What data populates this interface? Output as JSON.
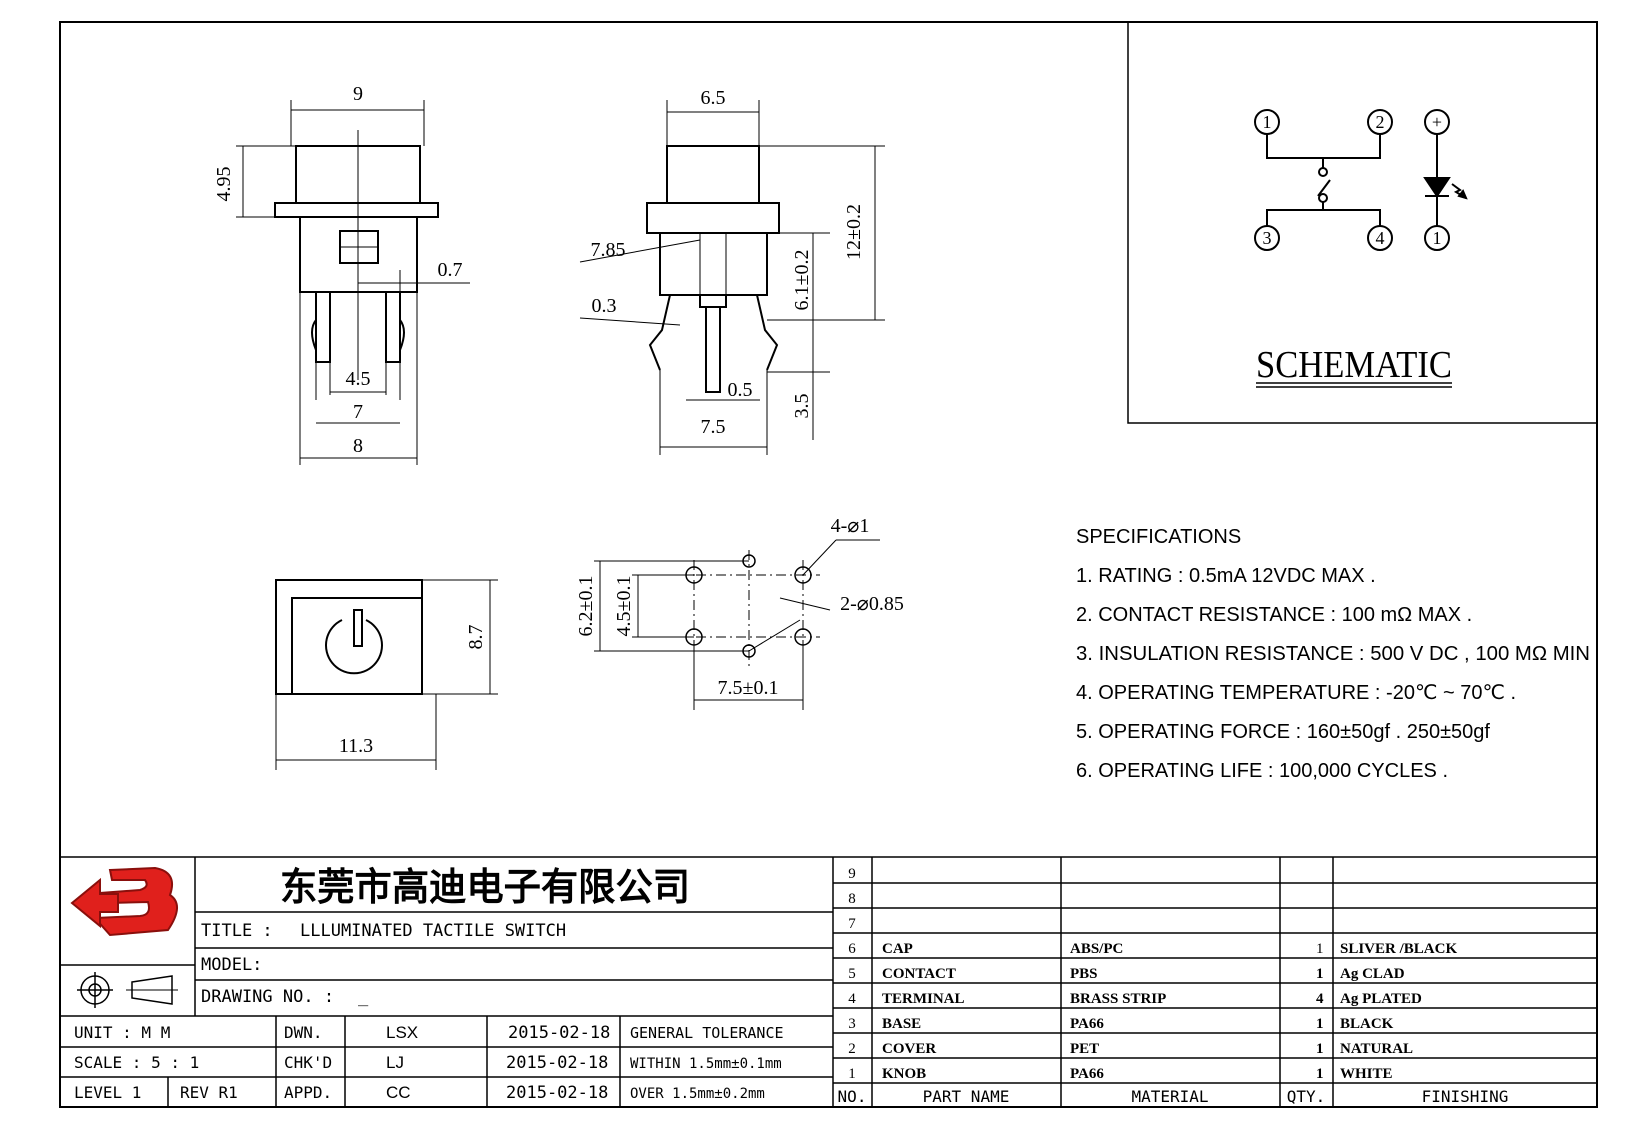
{
  "company": "东莞市高迪电子有限公司",
  "title_block": {
    "title_label": "TITLE :",
    "title_value": "LLLUMINATED TACTILE SWITCH",
    "model_label": "MODEL:",
    "drawing_no_label": "DRAWING NO. :",
    "drawing_no_value": "_",
    "rows": [
      {
        "c1": "UNIT  :  M M",
        "c2": "DWN.",
        "c3": "LSX",
        "c4": "2015-02-18",
        "c5": "GENERAL TOLERANCE"
      },
      {
        "c1": "SCALE  :  5 : 1",
        "c2": "CHK'D",
        "c3": "LJ",
        "c4": "2015-02-18",
        "c5": "WITHIN 1.5mm±0.1mm"
      },
      {
        "c1a": "LEVEL 1",
        "c1b": "REV  R1",
        "c2": "APPD.",
        "c3": "CC",
        "c4": "2015-02-18",
        "c5": "OVER   1.5mm±0.2mm"
      }
    ]
  },
  "parts_table": {
    "header": {
      "no": "NO.",
      "name": "PART  NAME",
      "material": "MATERIAL",
      "qty": "QTY.",
      "finishing": "FINISHING"
    },
    "rows": [
      {
        "no": "9",
        "name": "",
        "material": "",
        "qty": "",
        "finishing": ""
      },
      {
        "no": "8",
        "name": "",
        "material": "",
        "qty": "",
        "finishing": ""
      },
      {
        "no": "7",
        "name": "",
        "material": "",
        "qty": "",
        "finishing": ""
      },
      {
        "no": "6",
        "name": "CAP",
        "material": "ABS/PC",
        "qty": "1",
        "finishing": "SLIVER /BLACK"
      },
      {
        "no": "5",
        "name": "CONTACT",
        "material": "PBS",
        "qty": "1",
        "finishing": "Ag CLAD"
      },
      {
        "no": "4",
        "name": "TERMINAL",
        "material": "BRASS STRIP",
        "qty": "4",
        "finishing": "Ag PLATED"
      },
      {
        "no": "3",
        "name": "BASE",
        "material": "PA66",
        "qty": "1",
        "finishing": "BLACK"
      },
      {
        "no": "2",
        "name": "COVER",
        "material": "PET",
        "qty": "1",
        "finishing": "NATURAL"
      },
      {
        "no": "1",
        "name": "KNOB",
        "material": "PA66",
        "qty": "1",
        "finishing": "WHITE"
      }
    ]
  },
  "schematic": {
    "title": "SCHEMATIC",
    "pins": [
      "1",
      "2",
      "3",
      "4"
    ],
    "led_pins": [
      "+",
      "1"
    ]
  },
  "specifications": {
    "heading": "SPECIFICATIONS",
    "items": [
      "1. RATING : 0.5mA 12VDC MAX .",
      "2. CONTACT RESISTANCE : 100 mΩ MAX .",
      "3. INSULATION RESISTANCE : 500 V DC , 100 MΩ MIN",
      "4. OPERATING TEMPERATURE : -20℃ ~ 70℃ .",
      "5. OPERATING FORCE : 160±50gf . 250±50gf",
      "6. OPERATING LIFE : 100,000 CYCLES ."
    ]
  },
  "dimensions": {
    "front_width": "9",
    "front_cap_height": "4.95",
    "front_offset": "0.7",
    "front_pin_inner": "4.5",
    "front_pin_mid": "7",
    "front_body": "8",
    "side_cap": "6.5",
    "side_body": "7.85",
    "side_pin_thick": "0.3",
    "side_total": "12±0.2",
    "side_body_h": "6.1±0.2",
    "side_pin_len": "3.5",
    "side_pin_w": "0.5",
    "side_pitch": "7.5",
    "top_height": "8.7",
    "top_width": "11.3",
    "pcb_holes": "4-⌀1",
    "pcb_pins": "2-⌀0.85",
    "pcb_outer": "6.2±0.1",
    "pcb_inner": "4.5±0.1",
    "pcb_pitch": "7.5±0.1"
  }
}
